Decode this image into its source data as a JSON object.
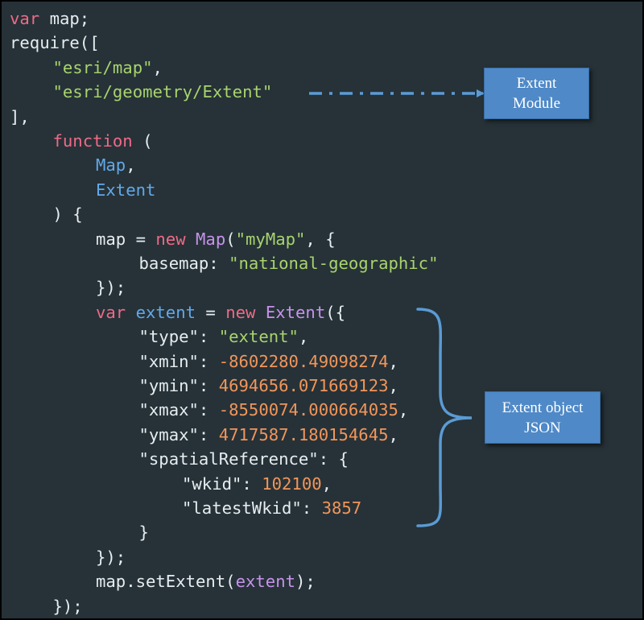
{
  "colors": {
    "background": "#263238",
    "keyword": "#ef6a86",
    "default": "#e6edf0",
    "string": "#a9d36d",
    "identifier": "#63a8e8",
    "class_name": "#c792ea",
    "number": "#f2955a",
    "callout": "#4f89c7",
    "connector": "#5b9bd5"
  },
  "code": {
    "lines": [
      {
        "indent": 0,
        "tokens": [
          {
            "t": "var",
            "c": "keyword"
          },
          {
            "t": " map;",
            "c": "default"
          }
        ]
      },
      {
        "indent": 0,
        "tokens": [
          {
            "t": "require([",
            "c": "default"
          }
        ]
      },
      {
        "indent": 1,
        "tokens": [
          {
            "t": "\"esri/map\"",
            "c": "string"
          },
          {
            "t": ",",
            "c": "default"
          }
        ]
      },
      {
        "indent": 1,
        "tokens": [
          {
            "t": "\"esri/geometry/Extent\"",
            "c": "string"
          }
        ]
      },
      {
        "indent": 0,
        "tokens": [
          {
            "t": "],",
            "c": "default"
          }
        ]
      },
      {
        "indent": 1,
        "tokens": [
          {
            "t": "function",
            "c": "keyword"
          },
          {
            "t": " (",
            "c": "default"
          }
        ]
      },
      {
        "indent": 2,
        "tokens": [
          {
            "t": "Map",
            "c": "identifier"
          },
          {
            "t": ",",
            "c": "default"
          }
        ]
      },
      {
        "indent": 2,
        "tokens": [
          {
            "t": "Extent",
            "c": "identifier"
          }
        ]
      },
      {
        "indent": 1,
        "tokens": [
          {
            "t": ") {",
            "c": "default"
          }
        ]
      },
      {
        "indent": 2,
        "tokens": [
          {
            "t": "map = ",
            "c": "default"
          },
          {
            "t": "new",
            "c": "keyword"
          },
          {
            "t": " ",
            "c": "default"
          },
          {
            "t": "Map",
            "c": "class_name"
          },
          {
            "t": "(",
            "c": "default"
          },
          {
            "t": "\"myMap\"",
            "c": "string"
          },
          {
            "t": ", {",
            "c": "default"
          }
        ]
      },
      {
        "indent": 3,
        "tokens": [
          {
            "t": "basemap: ",
            "c": "default"
          },
          {
            "t": "\"national-geographic\"",
            "c": "string"
          }
        ]
      },
      {
        "indent": 2,
        "tokens": [
          {
            "t": "});",
            "c": "default"
          }
        ]
      },
      {
        "indent": 2,
        "tokens": [
          {
            "t": "var",
            "c": "keyword"
          },
          {
            "t": " ",
            "c": "default"
          },
          {
            "t": "extent",
            "c": "identifier"
          },
          {
            "t": " = ",
            "c": "default"
          },
          {
            "t": "new",
            "c": "keyword"
          },
          {
            "t": " ",
            "c": "default"
          },
          {
            "t": "Extent",
            "c": "class_name"
          },
          {
            "t": "({",
            "c": "default"
          }
        ]
      },
      {
        "indent": 3,
        "tokens": [
          {
            "t": "\"type\"",
            "c": "default"
          },
          {
            "t": ": ",
            "c": "default"
          },
          {
            "t": "\"extent\"",
            "c": "string"
          },
          {
            "t": ",",
            "c": "default"
          }
        ]
      },
      {
        "indent": 3,
        "tokens": [
          {
            "t": "\"xmin\"",
            "c": "default"
          },
          {
            "t": ": ",
            "c": "default"
          },
          {
            "t": "-8602280.49098274",
            "c": "number"
          },
          {
            "t": ",",
            "c": "default"
          }
        ]
      },
      {
        "indent": 3,
        "tokens": [
          {
            "t": "\"ymin\"",
            "c": "default"
          },
          {
            "t": ": ",
            "c": "default"
          },
          {
            "t": "4694656.071669123",
            "c": "number"
          },
          {
            "t": ",",
            "c": "default"
          }
        ]
      },
      {
        "indent": 3,
        "tokens": [
          {
            "t": "\"xmax\"",
            "c": "default"
          },
          {
            "t": ": ",
            "c": "default"
          },
          {
            "t": "-8550074.000664035",
            "c": "number"
          },
          {
            "t": ",",
            "c": "default"
          }
        ]
      },
      {
        "indent": 3,
        "tokens": [
          {
            "t": "\"ymax\"",
            "c": "default"
          },
          {
            "t": ": ",
            "c": "default"
          },
          {
            "t": "4717587.180154645",
            "c": "number"
          },
          {
            "t": ",",
            "c": "default"
          }
        ]
      },
      {
        "indent": 3,
        "tokens": [
          {
            "t": "\"spatialReference\"",
            "c": "default"
          },
          {
            "t": ": {",
            "c": "default"
          }
        ]
      },
      {
        "indent": 4,
        "tokens": [
          {
            "t": "\"wkid\"",
            "c": "default"
          },
          {
            "t": ": ",
            "c": "default"
          },
          {
            "t": "102100",
            "c": "number"
          },
          {
            "t": ",",
            "c": "default"
          }
        ]
      },
      {
        "indent": 4,
        "tokens": [
          {
            "t": "\"latestWkid\"",
            "c": "default"
          },
          {
            "t": ": ",
            "c": "default"
          },
          {
            "t": "3857",
            "c": "number"
          }
        ]
      },
      {
        "indent": 3,
        "tokens": [
          {
            "t": "}",
            "c": "default"
          }
        ]
      },
      {
        "indent": 2,
        "tokens": [
          {
            "t": "});",
            "c": "default"
          }
        ]
      },
      {
        "indent": 2,
        "tokens": [
          {
            "t": "map.setExtent(",
            "c": "default"
          },
          {
            "t": "extent",
            "c": "class_name"
          },
          {
            "t": ");",
            "c": "default"
          }
        ]
      },
      {
        "indent": 1,
        "tokens": [
          {
            "t": "});",
            "c": "default"
          }
        ]
      }
    ]
  },
  "callouts": {
    "extent_module": {
      "line1": "Extent",
      "line2": "Module"
    },
    "extent_json": {
      "line1": "Extent object",
      "line2": "JSON"
    }
  }
}
